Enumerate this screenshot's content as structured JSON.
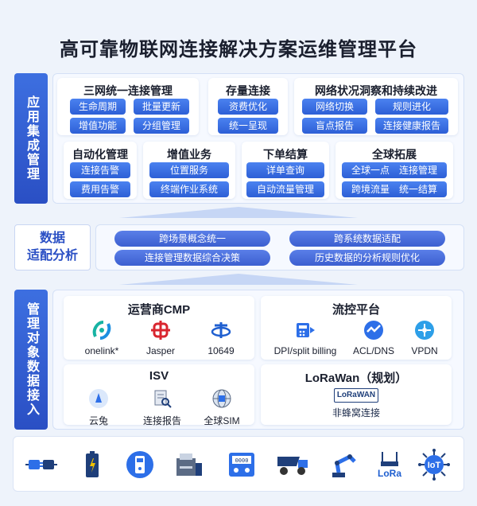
{
  "title": "高可靠物联网连接解决方案运维管理平台",
  "sections": {
    "app": "应用集成管理",
    "adapt": "数据\n适配分析",
    "mgmt": "管理对象数据接入"
  },
  "app_boxes": [
    {
      "title": "三网统一连接管理",
      "items": [
        "生命周期",
        "批量更新",
        "增值功能",
        "分组管理"
      ]
    },
    {
      "title": "存量连接",
      "items": [
        "资费优化",
        "统一呈现"
      ]
    },
    {
      "title": "网络状况洞察和持续改进",
      "items": [
        "网络切换",
        "规则进化",
        "盲点报告",
        "连接健康报告"
      ]
    },
    {
      "title": "自动化管理",
      "items": [
        "连接告警",
        "费用告警"
      ]
    },
    {
      "title": "增值业务",
      "items": [
        "位置服务",
        "终端作业系统"
      ]
    },
    {
      "title": "下单结算",
      "items": [
        "详单查询",
        "自动流量管理"
      ]
    },
    {
      "title": "全球拓展",
      "items": [
        "全球一点　连接管理",
        "跨境流量　统一结算"
      ]
    }
  ],
  "adapt_items": [
    "跨场景概念统一",
    "跨系统数据适配",
    "连接管理数据综合决策",
    "历史数据的分析规则优化"
  ],
  "mgmt": {
    "cmp": {
      "title": "运营商CMP",
      "items": [
        "onelink*",
        "Jasper",
        "10649"
      ]
    },
    "flow": {
      "title": "流控平台",
      "items": [
        "DPI/split billing",
        "ACL/DNS",
        "VPDN"
      ]
    },
    "isv": {
      "title": "ISV",
      "items": [
        "云兔",
        "连接报告",
        "全球SIM"
      ]
    },
    "lora": {
      "title": "LoRaWan（规划）",
      "logo": "LoRaWAN",
      "items": [
        "非蜂窝连接"
      ]
    }
  },
  "bottom": {
    "lora_text": "LoRa",
    "iot_text": "IoT"
  },
  "colors": {
    "primary": "#2d5fd6",
    "accent": "#3d6fe0",
    "background": "#eef3fb"
  }
}
